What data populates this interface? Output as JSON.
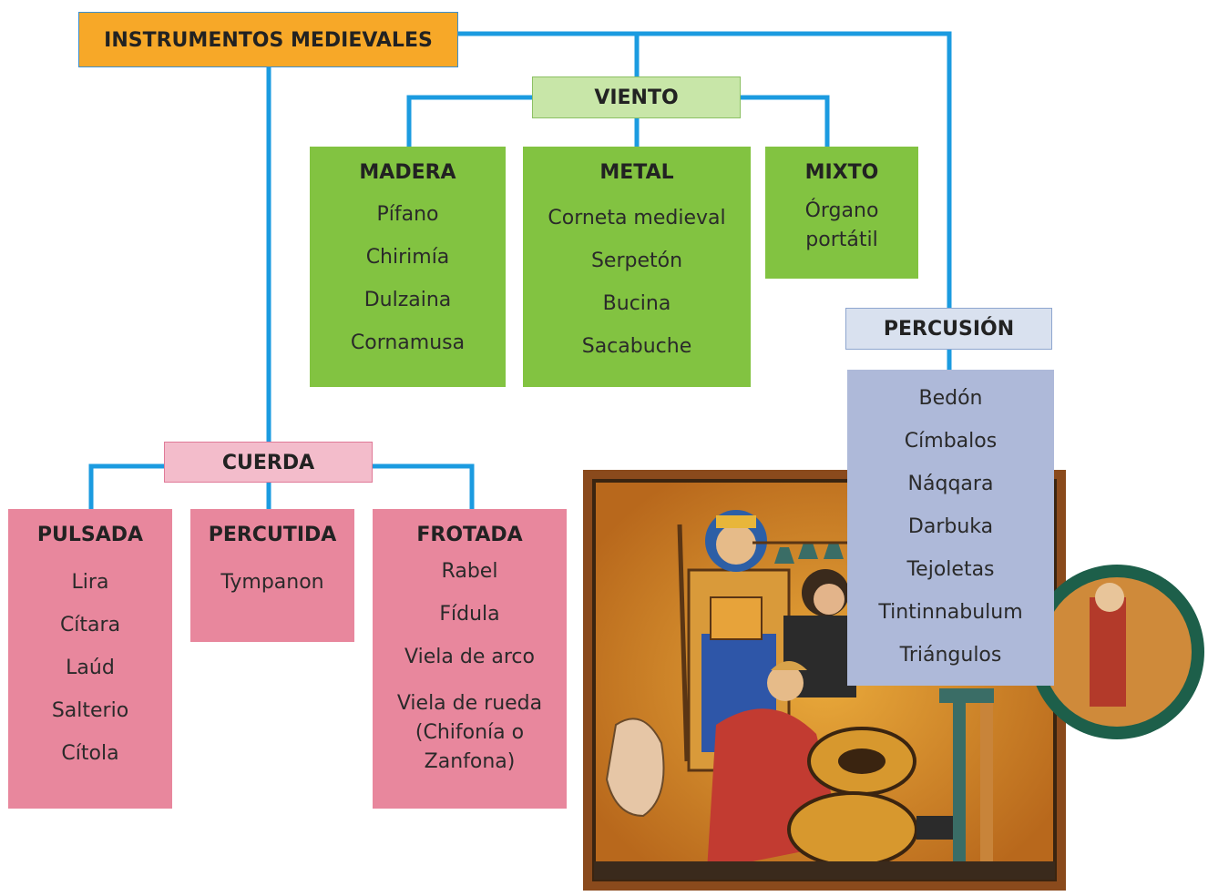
{
  "root": {
    "label": "INSTRUMENTOS MEDIEVALES"
  },
  "viento": {
    "label": "VIENTO",
    "madera": {
      "label": "MADERA",
      "items": [
        "Pífano",
        "Chirimía",
        "Dulzaina",
        "Cornamusa"
      ]
    },
    "metal": {
      "label": "METAL",
      "items": [
        "Corneta medieval",
        "Serpetón",
        "Bucina",
        "Sacabuche"
      ]
    },
    "mixto": {
      "label": "MIXTO",
      "items": [
        "Órgano",
        "portátil"
      ]
    }
  },
  "percusion": {
    "label": "PERCUSIÓN",
    "items": [
      "Bedón",
      "Címbalos",
      "Náqqara",
      "Darbuka",
      "Tejoletas",
      "Tintinnabulum",
      "Triángulos"
    ]
  },
  "cuerda": {
    "label": "CUERDA",
    "pulsada": {
      "label": "PULSADA",
      "items": [
        "Lira",
        "Cítara",
        "Laúd",
        "Salterio",
        "Cítola"
      ]
    },
    "percutida": {
      "label": "PERCUTIDA",
      "items": [
        "Tympanon"
      ]
    },
    "frotada": {
      "label": "FROTADA",
      "items": [
        "Rabel",
        "Fídula",
        "Viela de arco",
        "Viela de rueda",
        "(Chifonía o",
        "Zanfona)"
      ]
    }
  },
  "colors": {
    "connector": "#1b9be0",
    "root": "#f7a828",
    "viento_header": "#c8e6a8",
    "viento_boxes": "#82c341",
    "cuerda_header": "#f3bccb",
    "cuerda_boxes": "#e8879d",
    "percusion_header": "#d9e1ef",
    "percusion_box": "#aeb9d9"
  }
}
